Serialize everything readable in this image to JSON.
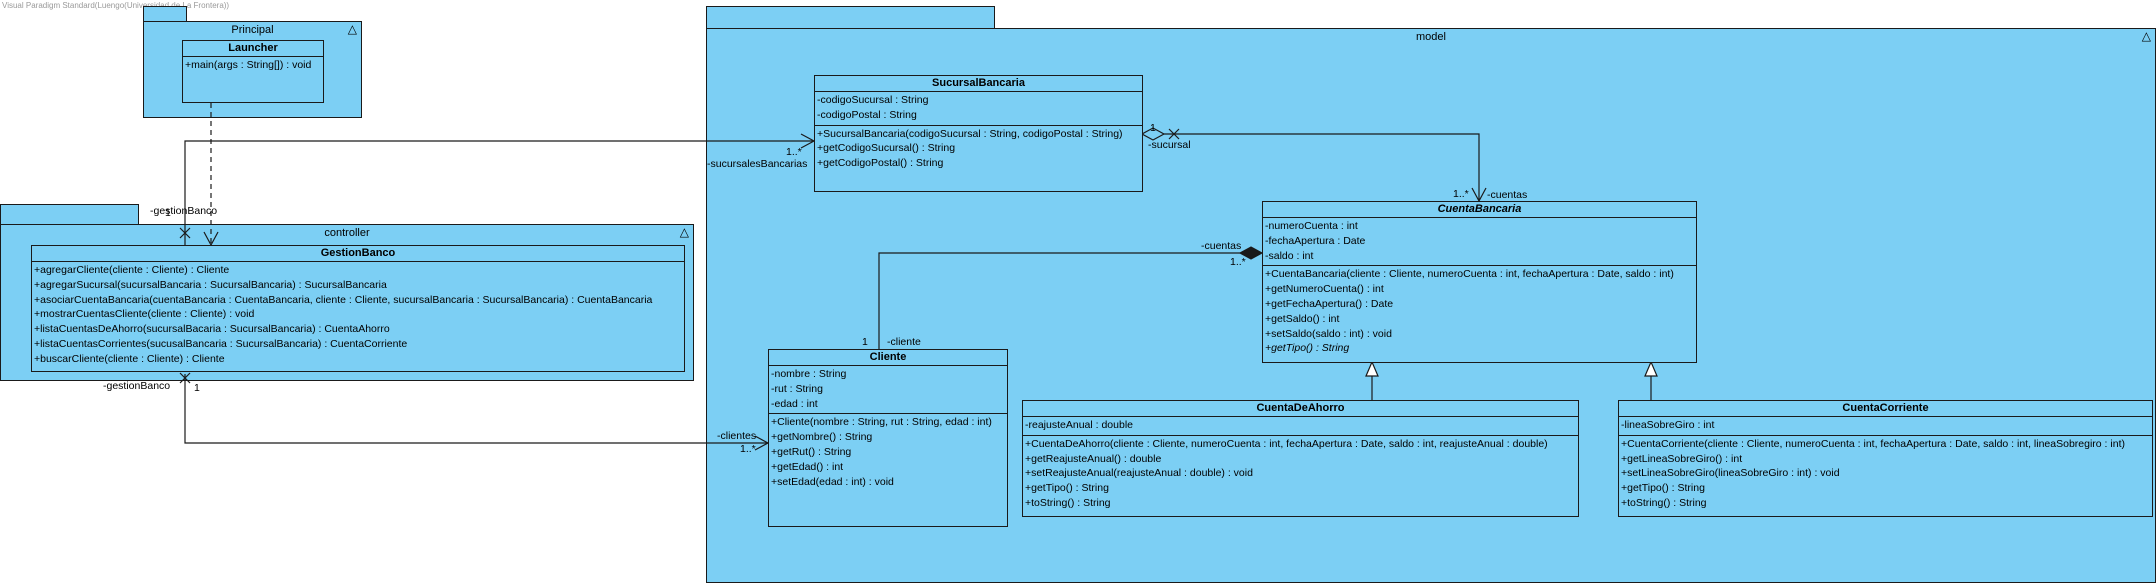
{
  "watermark": "Visual Paradigm Standard(Luengo(Universidad de La Frontera))",
  "packages": {
    "principal": "Principal",
    "controller": "controller",
    "model": "model"
  },
  "classes": {
    "launcher": {
      "name": "Launcher",
      "attributes": [],
      "operations": [
        "+main(args : String[]) : void"
      ]
    },
    "gestion_banco": {
      "name": "GestionBanco",
      "attributes": [],
      "operations": [
        "+agregarCliente(cliente : Cliente) : Cliente",
        "+agregarSucursal(sucursalBancaria : SucursalBancaria) : SucursalBancaria",
        "+asociarCuentaBancaria(cuentaBancaria : CuentaBancaria, cliente : Cliente, sucursalBancaria : SucursalBancaria) : CuentaBancaria",
        "+mostrarCuentasCliente(cliente : Cliente) : void",
        "+listaCuentasDeAhorro(sucursalBacaria : SucursalBancaria) : CuentaAhorro",
        "+listaCuentasCorrientes(sucusalBancaria : SucursalBancaria) : CuentaCorriente",
        "+buscarCliente(cliente : Cliente) : Cliente"
      ]
    },
    "sucursal_bancaria": {
      "name": "SucursalBancaria",
      "attributes": [
        "-codigoSucursal : String",
        "-codigoPostal : String"
      ],
      "operations": [
        "+SucursalBancaria(codigoSucursal : String, codigoPostal : String)",
        "+getCodigoSucursal() : String",
        "+getCodigoPostal() : String"
      ]
    },
    "cuenta_bancaria": {
      "name": "CuentaBancaria",
      "attributes": [
        "-numeroCuenta : int",
        "-fechaApertura : Date",
        "-saldo : int"
      ],
      "operations": [
        "+CuentaBancaria(cliente : Cliente, numeroCuenta : int, fechaApertura : Date, saldo : int)",
        "+getNumeroCuenta() : int",
        "+getFechaApertura() : Date",
        "+getSaldo() : int",
        "+setSaldo(saldo : int) : void",
        "+getTipo() : String"
      ]
    },
    "cliente": {
      "name": "Cliente",
      "attributes": [
        "-nombre : String",
        "-rut : String",
        "-edad : int"
      ],
      "operations": [
        "+Cliente(nombre : String, rut : String, edad : int)",
        "+getNombre() : String",
        "+getRut() : String",
        "+getEdad() : int",
        "+setEdad(edad : int) : void"
      ]
    },
    "cuenta_de_ahorro": {
      "name": "CuentaDeAhorro",
      "attributes": [
        "-reajusteAnual : double"
      ],
      "operations": [
        "+CuentaDeAhorro(cliente : Cliente, numeroCuenta : int, fechaApertura : Date, saldo : int, reajusteAnual : double)",
        "+getReajusteAnual() : double",
        "+setReajusteAnual(reajusteAnual : double) : void",
        "+getTipo() : String",
        "+toString() : String"
      ]
    },
    "cuenta_corriente": {
      "name": "CuentaCorriente",
      "attributes": [
        "-lineaSobreGiro : int"
      ],
      "operations": [
        "+CuentaCorriente(cliente : Cliente, numeroCuenta : int, fechaApertura : Date, saldo : int, lineaSobregiro : int)",
        "+getLineaSobreGiro() : int",
        "+setLineaSobreGiro(lineaSobreGiro : int) : void",
        "+getTipo() : String",
        "+toString() : String"
      ]
    }
  },
  "association_labels": {
    "gestion_banco_role_top": "-gestionBanco",
    "gestion_banco_mult_top": "1",
    "sucursales_role": "-sucursalesBancarias",
    "sucursales_mult": "1..*",
    "sucursal_role": "-sucursal",
    "sucursal_mult": "1",
    "cuentas_role_top": "-cuentas",
    "cuentas_mult_top": "1..*",
    "cuentas_role_mid": "-cuentas",
    "cuentas_mult_mid": "1..*",
    "cliente_role": "-cliente",
    "cliente_mult": "1",
    "gestion_banco_role_bottom": "-gestionBanco",
    "gestion_banco_mult_bottom": "1",
    "clientes_role": "-clientes",
    "clientes_mult": "1..*"
  }
}
